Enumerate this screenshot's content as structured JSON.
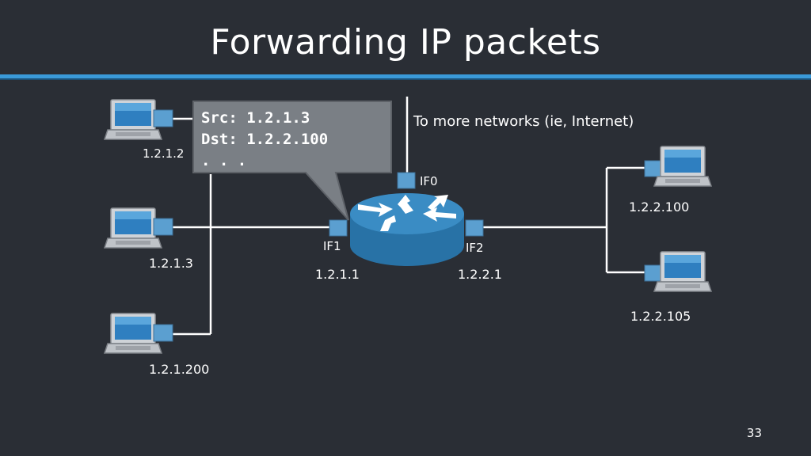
{
  "title": "Forwarding IP packets",
  "packet": {
    "src": "Src: 1.2.1.3",
    "dst": "Dst: 1.2.2.100",
    "more": ". . ."
  },
  "internet_label": "To more networks (ie, Internet)",
  "router": {
    "if0": "IF0",
    "if1": "IF1",
    "if2": "IF2",
    "if1_addr": "1.2.1.1",
    "if2_addr": "1.2.2.1"
  },
  "hosts": {
    "h1": "1.2.1.2",
    "h2": "1.2.1.3",
    "h3": "1.2.1.200",
    "h4": "1.2.2.100",
    "h5": "1.2.2.105"
  },
  "page_number": "33",
  "colors": {
    "background": "#2a2e35",
    "accent": "#3a9ad9",
    "router_blue": "#2f83b8",
    "port_blue": "#5b9fd0"
  }
}
